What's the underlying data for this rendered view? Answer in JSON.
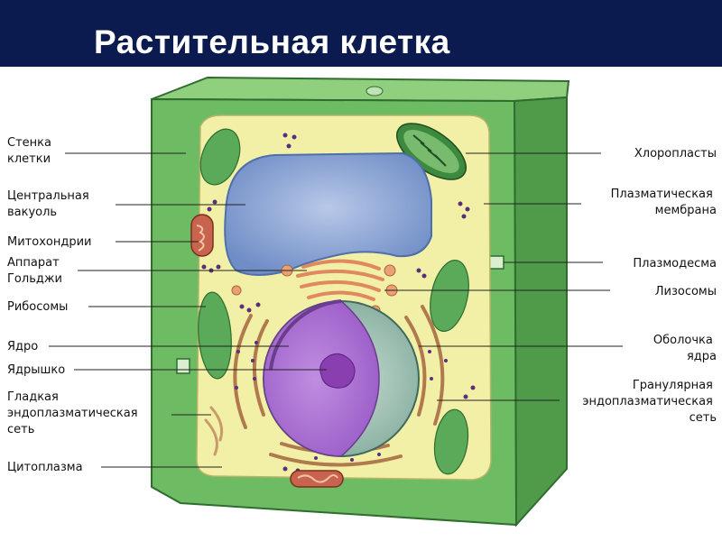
{
  "title": "Растительная клетка",
  "labels_left": {
    "cell_wall": [
      "Стенка",
      "клетки"
    ],
    "central_vacuole": [
      "Центральная",
      "вакуоль"
    ],
    "mitochondria": [
      "Митохондрии"
    ],
    "golgi": [
      "Аппарат",
      "Гольджи"
    ],
    "ribosomes": [
      "Рибосомы"
    ],
    "nucleus": [
      "Ядро"
    ],
    "nucleolus": [
      "Ядрышко"
    ],
    "smooth_er": [
      "Гладкая",
      "эндоплазматическая",
      "сеть"
    ],
    "cytoplasm": [
      "Цитоплазма"
    ]
  },
  "labels_right": {
    "chloroplasts": [
      "Хлоропласты"
    ],
    "plasma_membrane": [
      "Плазматическая",
      "мембрана"
    ],
    "plasmodesma": [
      "Плазмодесма"
    ],
    "lysosomes": [
      "Лизосомы"
    ],
    "nuclear_envelope": [
      "Оболочка",
      "ядра"
    ],
    "rough_er": [
      "Гранулярная",
      "эндоплазматическая",
      "сеть"
    ]
  },
  "colors": {
    "title_background": "#0b1a4f",
    "cell_wall": "#6dbb63",
    "cytoplasm": "#f2f0a6",
    "vacuole": "#8fa9d8",
    "nucleus": "#a86fd0",
    "chloroplast": "#59a85a",
    "mitochondria": "#c8634e",
    "golgi": "#e8a074"
  }
}
